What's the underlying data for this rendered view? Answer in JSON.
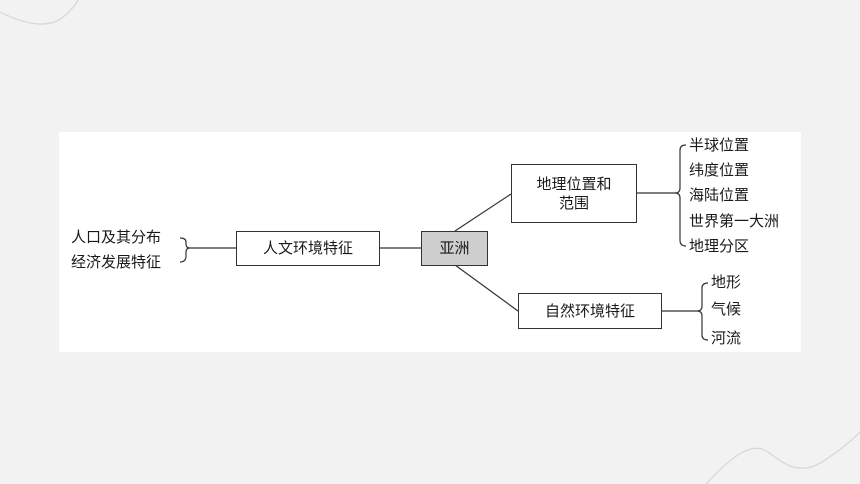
{
  "diagram": {
    "center": "亚洲",
    "left_branch": {
      "label": "人文环境特征",
      "items": [
        "人口及其分布",
        "经济发展特征"
      ]
    },
    "top_branch": {
      "label_line1": "地理位置和",
      "label_line2": "范围",
      "items": [
        "半球位置",
        "纬度位置",
        "海陆位置",
        "世界第一大洲",
        "地理分区"
      ]
    },
    "bottom_branch": {
      "label": "自然环境特征",
      "items": [
        "地形",
        "气候",
        "河流"
      ]
    }
  },
  "colors": {
    "background": "#f2f2f2",
    "panel": "#ffffff",
    "center_fill": "#cfcfcf",
    "line": "#333333"
  }
}
